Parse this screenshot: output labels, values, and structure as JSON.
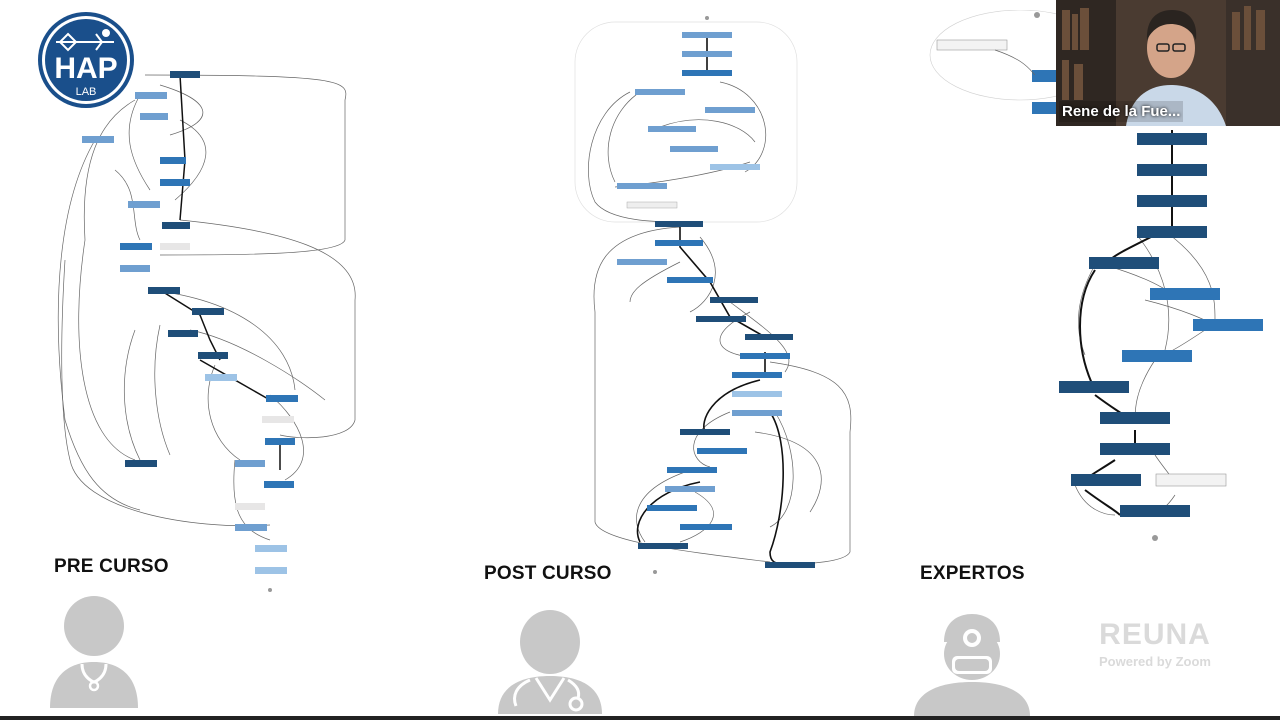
{
  "slide": {
    "logo": {
      "title": "HAP",
      "subtitle": "LAB"
    },
    "sections": [
      {
        "label": "PRE CURSO",
        "icon": "doctor-stethoscope-icon"
      },
      {
        "label": "POST CURSO",
        "icon": "doctor-stethoscope-icon"
      },
      {
        "label": "EXPERTOS",
        "icon": "surgeon-mask-icon"
      }
    ]
  },
  "video": {
    "participant_name": "Rene de la Fue..."
  },
  "watermark": {
    "brand": "REUNA",
    "powered": "Powered by Zoom"
  },
  "colors": {
    "node_dark": "#1f4e79",
    "node_mid": "#2e75b6",
    "node_light": "#9dc3e6",
    "node_pale": "#e7e6e6",
    "edge": "#555555"
  }
}
